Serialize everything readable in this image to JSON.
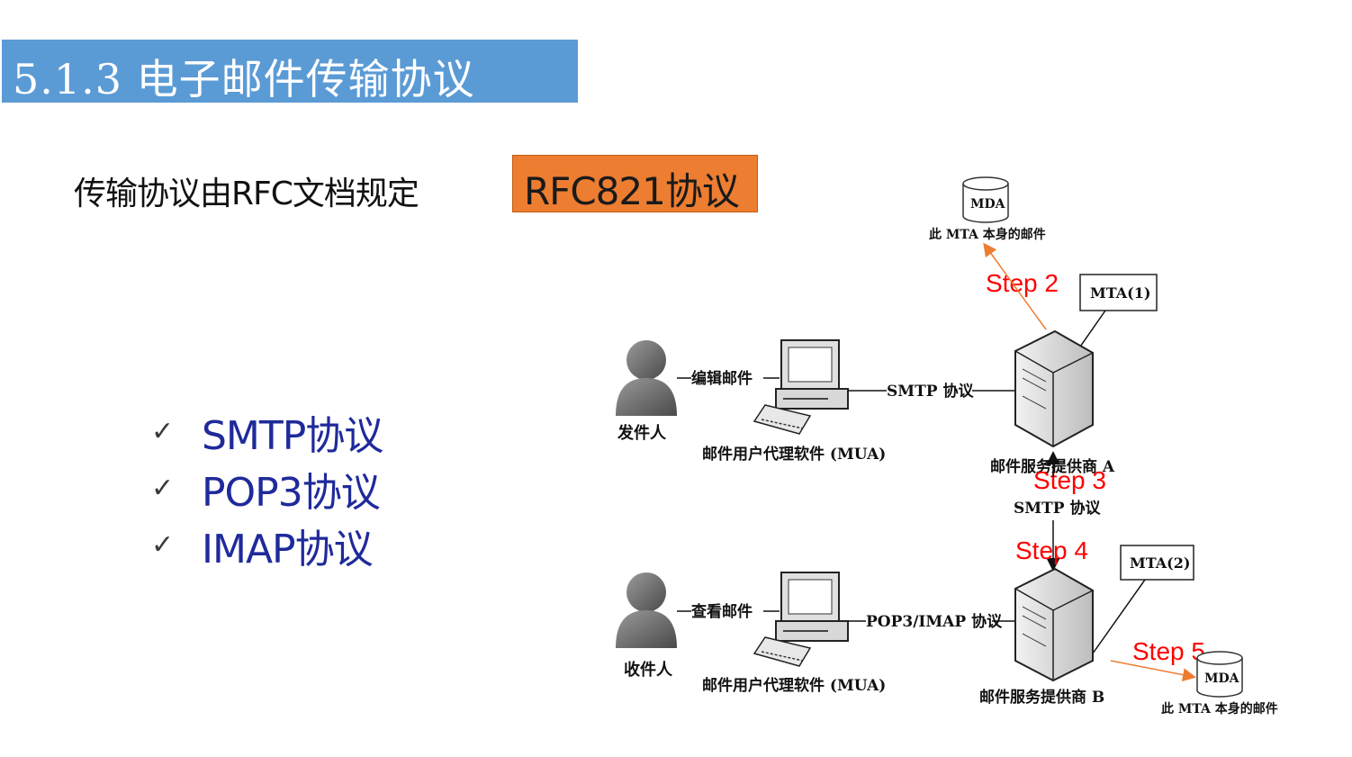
{
  "title": "5.1.3  电子邮件传输协议",
  "subtitle": "传输协议由RFC文档规定",
  "rfc_label": "RFC821协议",
  "protocols": [
    {
      "check": "✓",
      "label": "SMTP协议"
    },
    {
      "check": "✓",
      "label": "POP3协议"
    },
    {
      "check": "✓",
      "label": "IMAP协议"
    }
  ],
  "diagram": {
    "sender": "发件人",
    "receiver": "收件人",
    "compose_mail": "编辑邮件",
    "view_mail": "查看邮件",
    "mua_top": "邮件用户代理软件 (MUA)",
    "mua_bottom": "邮件用户代理软件 (MUA)",
    "smtp_top": "SMTP 协议",
    "smtp_mid": "SMTP 协议",
    "pop_imap": "POP3/IMAP 协议",
    "provider_a": "邮件服务提供商 A",
    "provider_b": "邮件服务提供商 B",
    "mta1": "MTA(1)",
    "mta2": "MTA(2)",
    "mda_top": "MDA",
    "mda_bottom": "MDA",
    "mda_top_caption": "此 MTA 本身的邮件",
    "mda_bottom_caption": "此 MTA 本身的邮件",
    "step2": "Step 2",
    "step3": "Step 3",
    "step4": "Step 4",
    "step5": "Step 5"
  },
  "colors": {
    "title_bg": "#5b9bd5",
    "rfc_bg": "#ed7d31",
    "protocol_text": "#1f2a9a",
    "step_text": "#ff0000",
    "arrow_orange": "#ed7d31"
  }
}
